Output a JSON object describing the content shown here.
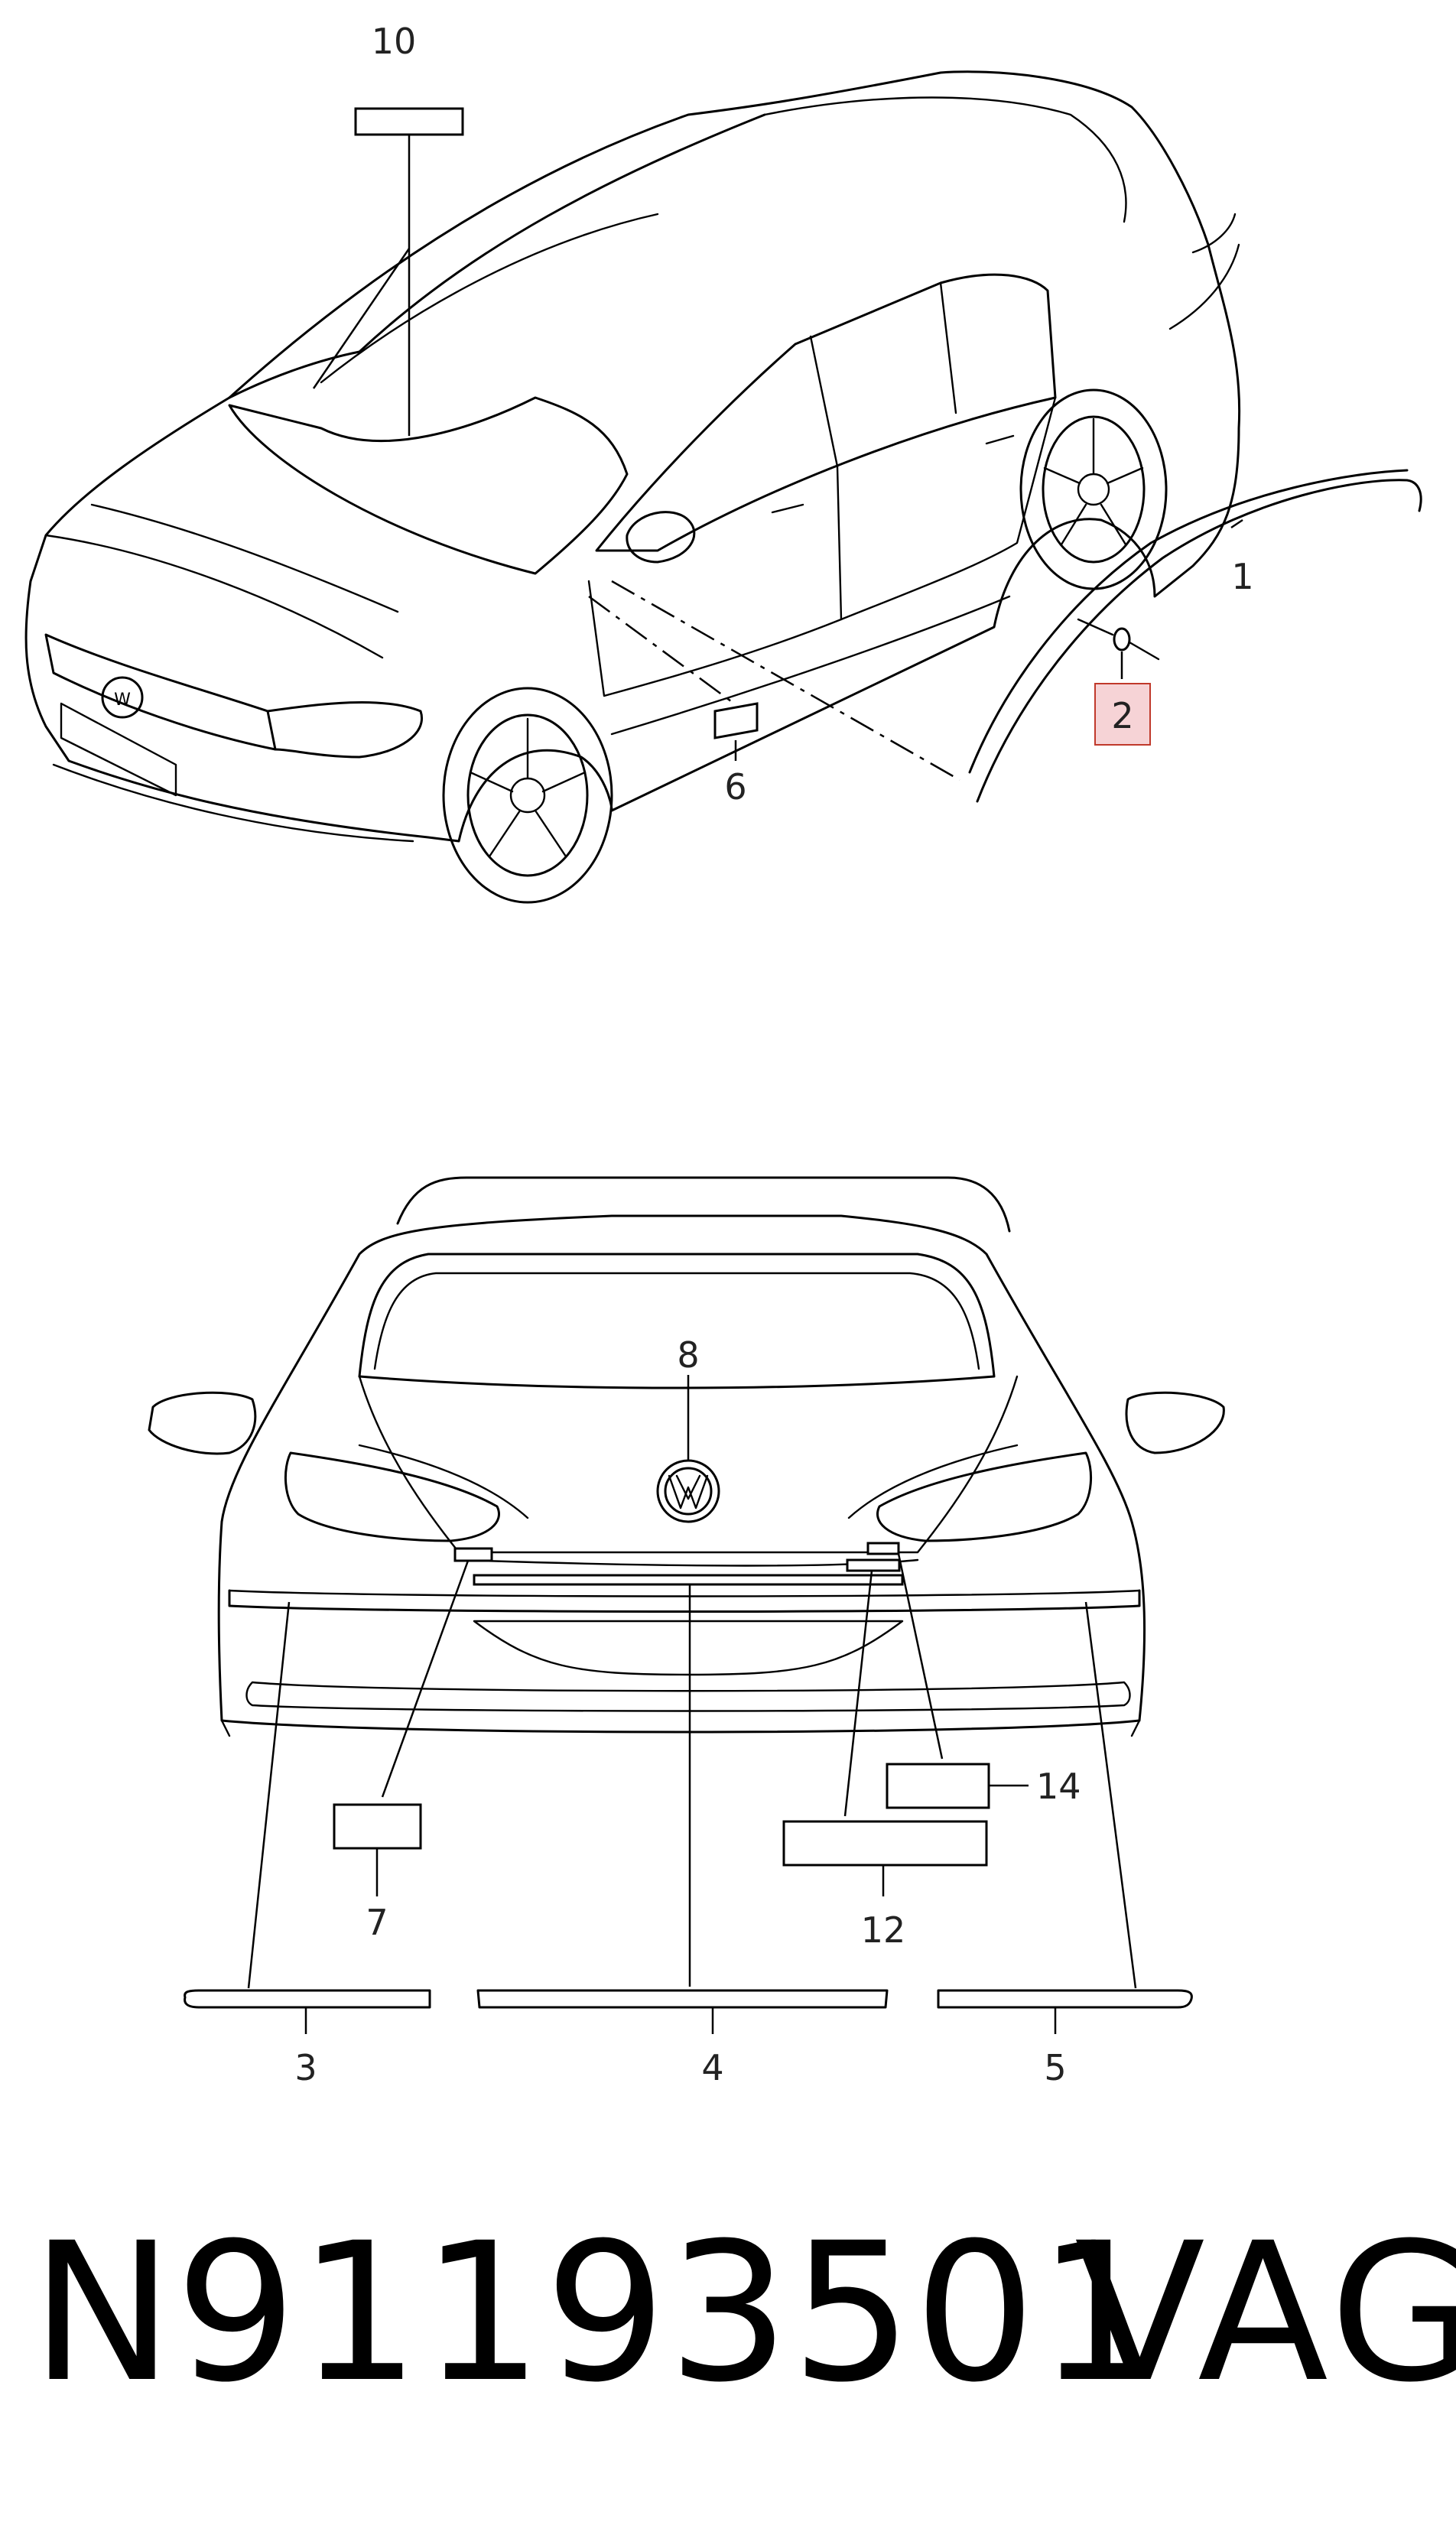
{
  "callouts": {
    "c1": "1",
    "c2": "2",
    "c3": "3",
    "c4": "4",
    "c5": "5",
    "c6": "6",
    "c7": "7",
    "c8": "8",
    "c10": "10",
    "c12": "12",
    "c14": "14"
  },
  "highlighted_callout": "2",
  "colors": {
    "highlight_fill": "#f6d3d6",
    "highlight_border": "#c0392b",
    "line": "#000000"
  },
  "footer": {
    "part_number": "N91193501",
    "brand": "VAG"
  }
}
